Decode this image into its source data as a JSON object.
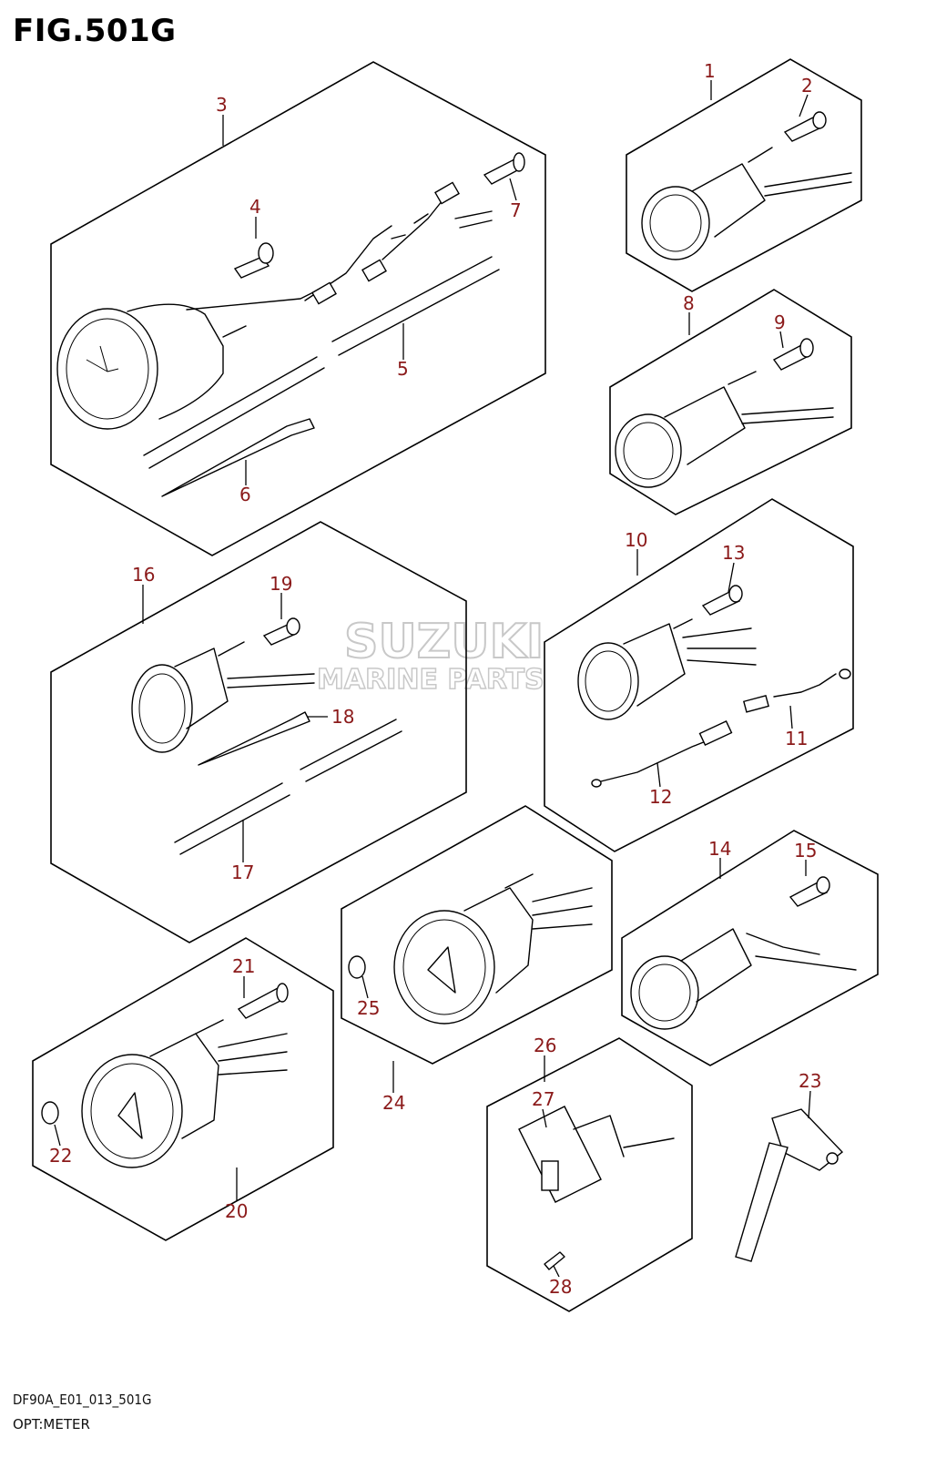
{
  "figure": {
    "title": "FIG.501G",
    "code": "DF90A_E01_013_501G",
    "name": "OPT:METER"
  },
  "watermark": {
    "line1": "SUZUKI",
    "line2": "MARINE PARTS"
  },
  "callouts": [
    "1",
    "2",
    "3",
    "4",
    "5",
    "6",
    "7",
    "8",
    "9",
    "10",
    "11",
    "12",
    "13",
    "14",
    "15",
    "16",
    "17",
    "18",
    "19",
    "20",
    "21",
    "22",
    "23",
    "24",
    "25",
    "26",
    "27",
    "28"
  ],
  "colors": {
    "callout_text": "#8b1a1a",
    "line_art": "#000000"
  }
}
